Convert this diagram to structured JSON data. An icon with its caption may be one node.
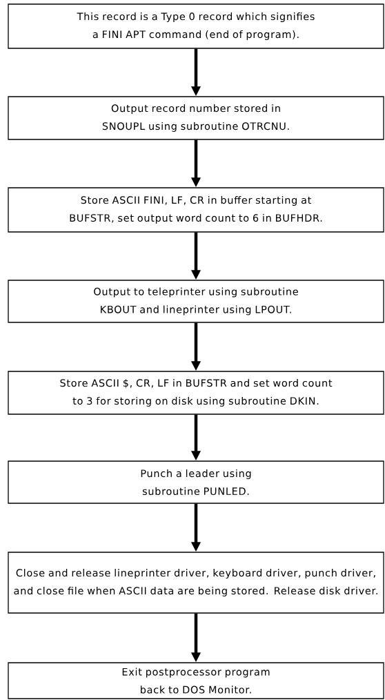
{
  "diagram": {
    "nodes": [
      {
        "text": [
          "This record is a Type 0 record which signifies a FINI APT command (end of program)."
        ]
      },
      {
        "text": [
          "Output record number stored in SNOUPL using subroutine OTRCNU."
        ]
      },
      {
        "text": [
          "Store ASCII FINI, LF, CR in buffer starting at BUFSTR, set output word count to 6 in BUFHDR."
        ]
      },
      {
        "text": [
          "Output to teleprinter using subroutine KBOUT and lineprinter using LPOUT."
        ]
      },
      {
        "text": [
          "Store ASCII $, CR, LF in BUFSTR and set word count to 3 for storing on disk using subroutine DKIN."
        ]
      },
      {
        "text": [
          "Punch a leader using subroutine PUNLED."
        ]
      },
      {
        "text": [
          "Close and release lineprinter driver, keyboard driver, punch driver, and close file when ASCII data are being stored.  Release disk driver."
        ]
      },
      {
        "text": [
          "Exit postprocessor program back to DOS Monitor."
        ]
      }
    ],
    "edges": [
      {
        "from": 0,
        "to": 1,
        "arrow": "to"
      },
      {
        "from": 1,
        "to": 2,
        "arrow": "to"
      },
      {
        "from": 2,
        "to": 3,
        "arrow": "to"
      },
      {
        "from": 3,
        "to": 4,
        "arrow": "to"
      },
      {
        "from": 4,
        "to": 5,
        "arrow": "to"
      },
      {
        "from": 5,
        "to": 6,
        "arrow": "to"
      },
      {
        "from": 6,
        "to": 7,
        "arrow": "to"
      }
    ]
  }
}
